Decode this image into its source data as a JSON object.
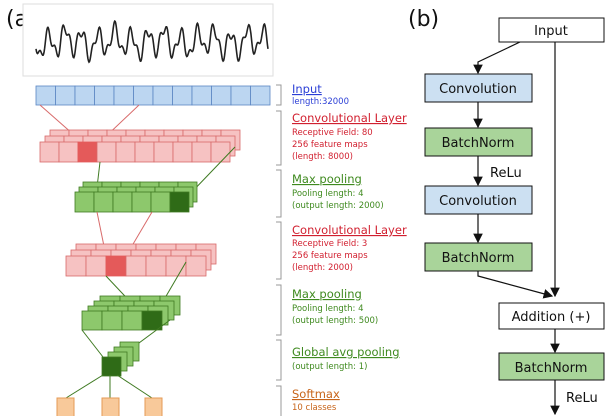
{
  "panels": {
    "a": "(a)",
    "b": "(b)"
  },
  "panel_a": {
    "layers": [
      {
        "key": "input",
        "title": "Input",
        "details": [
          "length:32000"
        ],
        "color": "#2b3fd6"
      },
      {
        "key": "conv1",
        "title": "Convolutional Layer",
        "details": [
          "Receptive Field: 80",
          "256 feature maps",
          "(length: 8000)"
        ],
        "color": "#d11f2f"
      },
      {
        "key": "pool1",
        "title": "Max pooling",
        "details": [
          "Pooling length: 4",
          "(output length: 2000)"
        ],
        "color": "#3f8a1f"
      },
      {
        "key": "conv2",
        "title": "Convolutional Layer",
        "details": [
          "Receptive Field: 3",
          "256 feature maps",
          "(length: 2000)"
        ],
        "color": "#d11f2f"
      },
      {
        "key": "pool2",
        "title": "Max pooling",
        "details": [
          "Pooling length: 4",
          "(output length: 500)"
        ],
        "color": "#3f8a1f"
      },
      {
        "key": "gap",
        "title": "Global avg pooling",
        "details": [
          "(output length: 1)"
        ],
        "color": "#3f8a1f"
      },
      {
        "key": "softmax",
        "title": "Softmax",
        "details": [
          "10 classes"
        ],
        "color": "#c8651a"
      }
    ],
    "colors": {
      "input_fill": "#bcd6f1",
      "input_stroke": "#5a86c4",
      "conv_fill": "#f6c2c2",
      "conv_stroke": "#d86a6a",
      "conv_highlight": "#e45a5a",
      "pool_fill": "#8dc86c",
      "pool_stroke": "#3f7a22",
      "pool_highlight": "#2f6b17",
      "softmax_fill": "#f8c99a",
      "softmax_stroke": "#e59a55",
      "bracket": "#999999",
      "waveform": "#222222"
    }
  },
  "panel_b": {
    "boxes": [
      {
        "key": "input",
        "label": "Input",
        "fill": "#ffffff"
      },
      {
        "key": "conv_a",
        "label": "Convolution",
        "fill": "#cce0f2"
      },
      {
        "key": "bn_a",
        "label": "BatchNorm",
        "fill": "#a9d49a"
      },
      {
        "key": "conv_b",
        "label": "Convolution",
        "fill": "#cce0f2"
      },
      {
        "key": "bn_b",
        "label": "BatchNorm",
        "fill": "#a9d49a"
      },
      {
        "key": "addition",
        "label": "Addition (+)",
        "fill": "#ffffff"
      },
      {
        "key": "bn_c",
        "label": "BatchNorm",
        "fill": "#a9d49a"
      }
    ],
    "relu_labels": [
      "ReLu",
      "ReLu"
    ]
  }
}
